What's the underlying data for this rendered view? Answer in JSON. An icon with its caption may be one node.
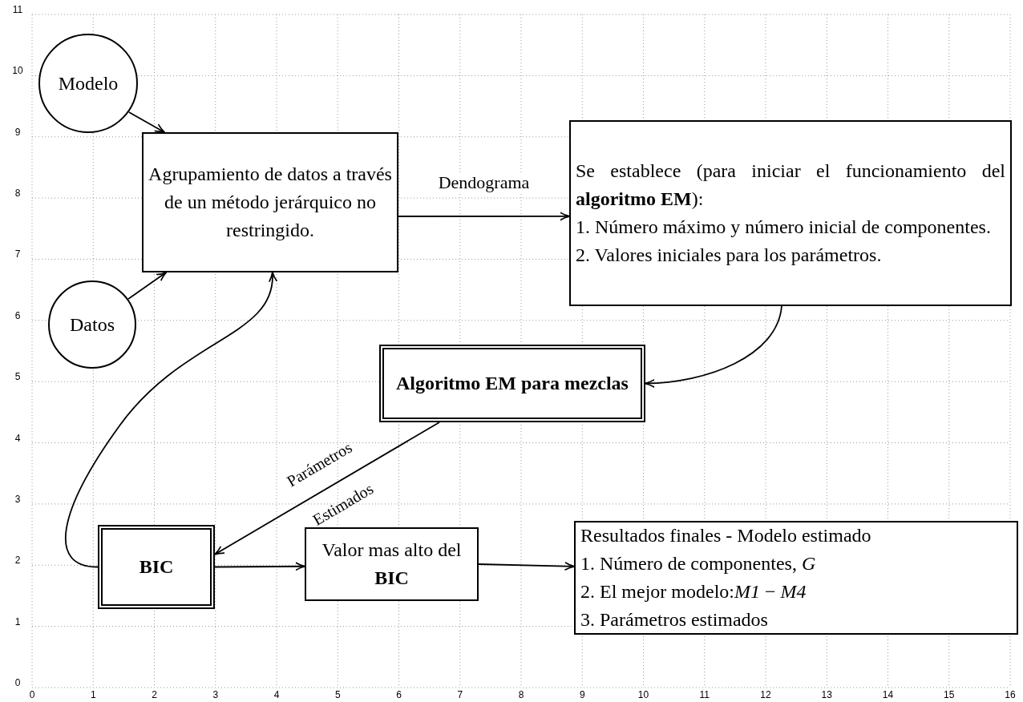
{
  "diagram": {
    "nodes": [
      {
        "text": [
          "Modelo"
        ]
      },
      {
        "text": [
          "Datos"
        ]
      },
      {
        "text": [
          "Agrupamiento de datos a través de un método jerárquico no restringido."
        ]
      },
      {
        "text": [
          "Se establece (para iniciar el funcionamiento del **algoritmo EM**):",
          "1. Número máximo y número inicial de componentes.",
          "2. Valores iniciales para los parámetros."
        ]
      },
      {
        "text": [
          "Algoritmo EM para mezclas"
        ]
      },
      {
        "text": [
          "BIC"
        ]
      },
      {
        "text": [
          "Valor mas alto del **BIC**"
        ]
      },
      {
        "text": [
          "Resultados finales - Modelo estimado",
          "1. Número de componentes, *G*",
          "2. El mejor modelo:*M1* − *M4*",
          "3. Parámetros estimados"
        ]
      }
    ],
    "edges": [
      {
        "from": 0,
        "to": 2,
        "arrow": "to"
      },
      {
        "from": 1,
        "to": 2,
        "arrow": "to"
      },
      {
        "from": 2,
        "to": 3,
        "arrow": "to",
        "label": "Dendograma"
      },
      {
        "from": 3,
        "to": 4,
        "arrow": "to"
      },
      {
        "from": 4,
        "to": 5,
        "arrow": "to",
        "label": "Parámetros Estimados"
      },
      {
        "from": 5,
        "to": 2,
        "arrow": "to"
      },
      {
        "from": 5,
        "to": 6,
        "arrow": "to"
      },
      {
        "from": 6,
        "to": 7,
        "arrow": "to"
      }
    ],
    "labels": [
      "11",
      "10",
      "9",
      "8",
      "7",
      "6",
      "5",
      "4",
      "3",
      "2",
      "1",
      "0",
      "0",
      "1",
      "2",
      "3",
      "4",
      "5",
      "6",
      "7",
      "8",
      "9",
      "10",
      "11",
      "12",
      "13",
      "14",
      "15",
      "16"
    ]
  }
}
